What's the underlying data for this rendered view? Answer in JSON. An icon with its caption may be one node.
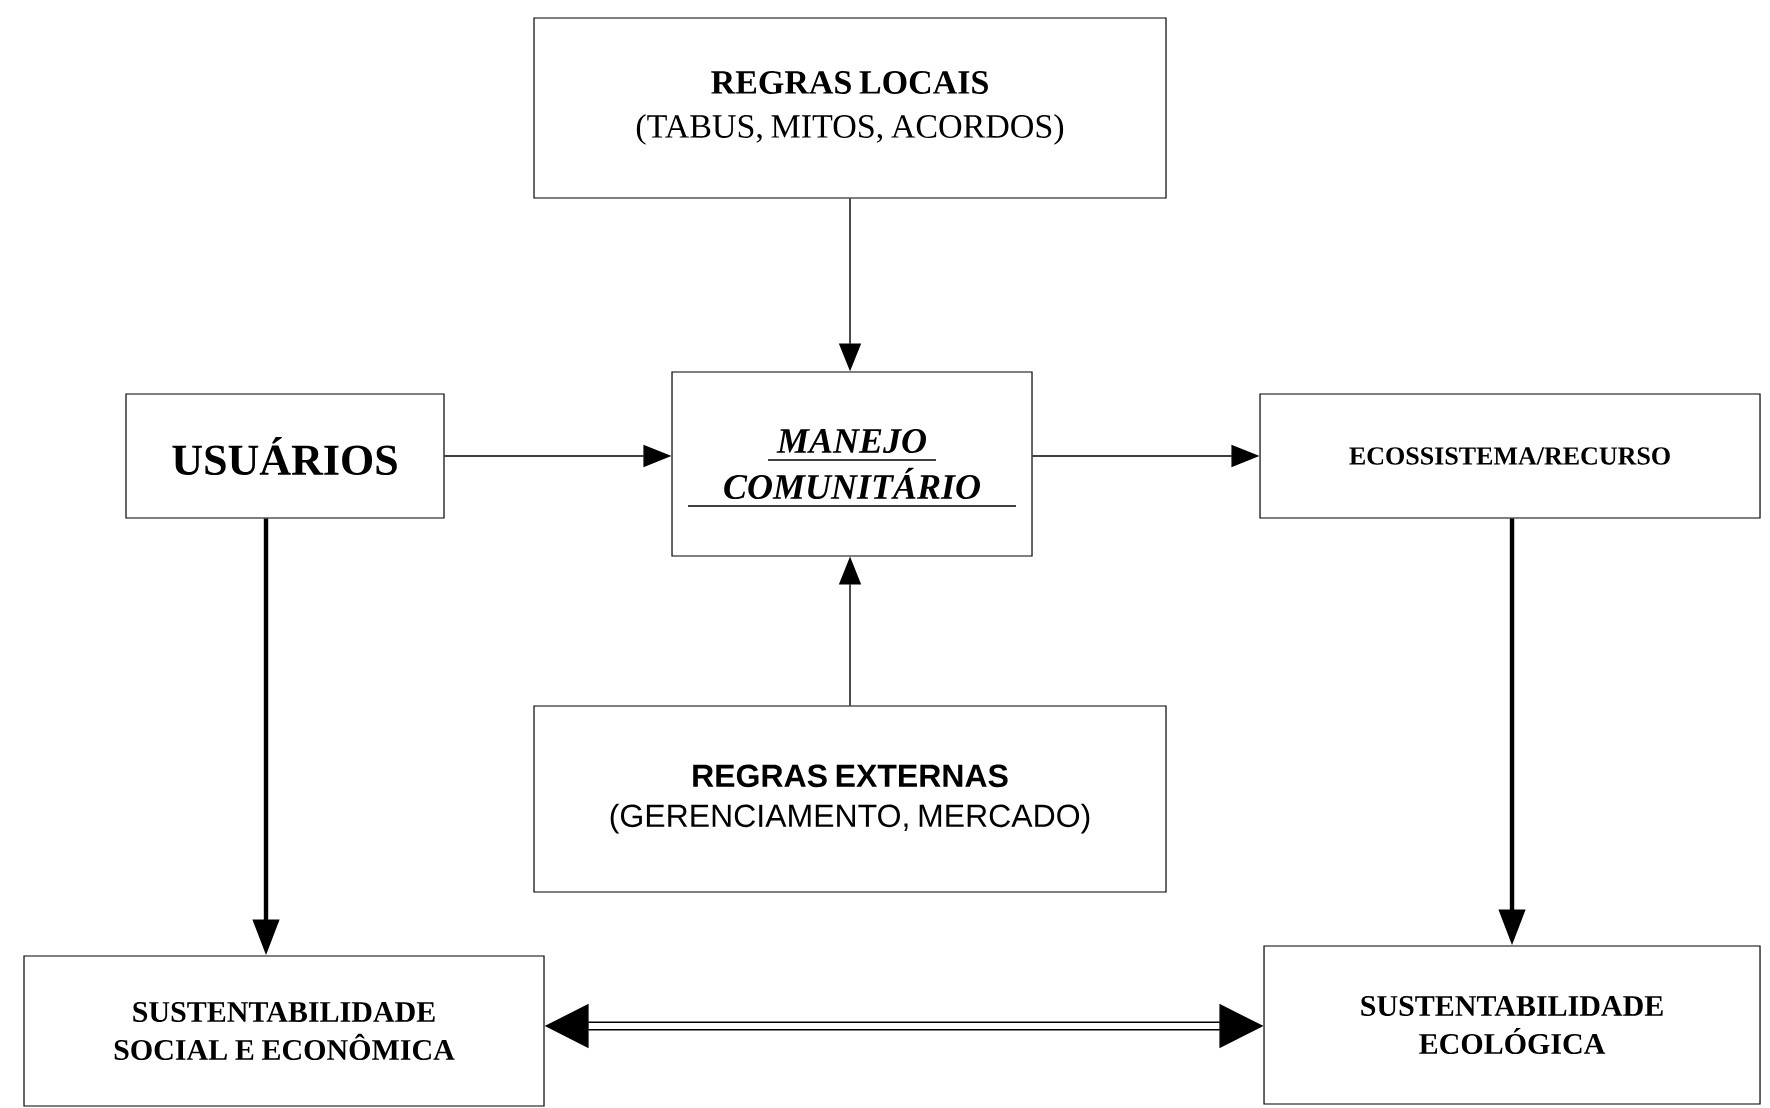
{
  "diagram": {
    "nodes": [
      {
        "text": [
          "REGRAS LOCAIS",
          "(TABUS,  MITOS, ACORDOS)"
        ]
      },
      {
        "text": [
          "USUÁRIOS"
        ]
      },
      {
        "text": [
          "MANEJO COMUNITÁRIO"
        ]
      },
      {
        "text": [
          "ECOSSISTEMA/RECURSO"
        ]
      },
      {
        "text": [
          "REGRAS EXTERNAS",
          "(GERENCIAMENTO,  MERCADO)"
        ]
      },
      {
        "text": [
          "SUSTENTABILIDADE SOCIAL E ECONÔMICA"
        ]
      },
      {
        "text": [
          "SUSTENTABILIDADE ECOLÓGICA"
        ]
      }
    ],
    "edges": [
      {
        "from": 0,
        "to": 2,
        "arrow": "to"
      },
      {
        "from": 1,
        "to": 2,
        "arrow": "to"
      },
      {
        "from": 2,
        "to": 3,
        "arrow": "to"
      },
      {
        "from": 4,
        "to": 2,
        "arrow": "to"
      },
      {
        "from": 1,
        "to": 5,
        "arrow": "to",
        "style": "thick"
      },
      {
        "from": 3,
        "to": 6,
        "arrow": "to",
        "style": "thick"
      },
      {
        "from": 5,
        "to": 6,
        "arrow": "both",
        "style": "thick"
      }
    ]
  }
}
